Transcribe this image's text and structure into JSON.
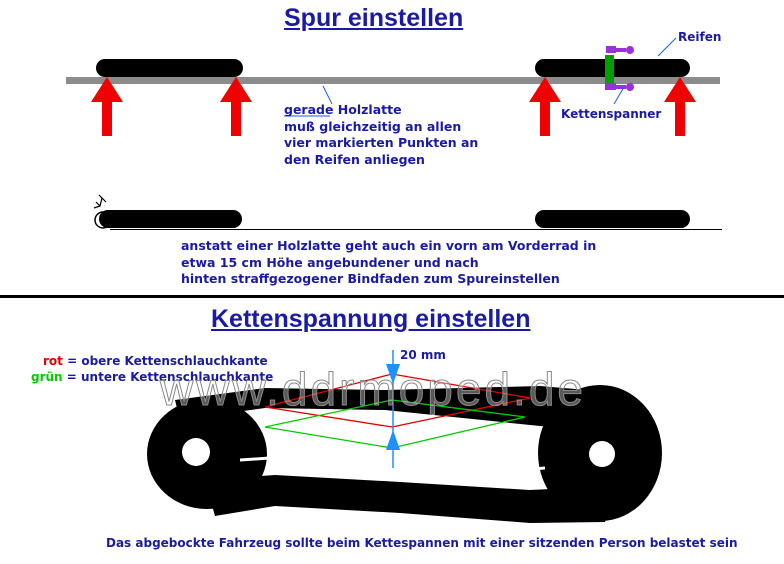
{
  "section1": {
    "title": "Spur einstellen",
    "label_tyre": "Reifen",
    "label_tensioner": "Kettenspanner",
    "label_straight": "gerade Holzlatte",
    "desc_lines": [
      "muß gleichzeitig an allen",
      "vier markierten Punkten an",
      "den Reifen anliegen"
    ],
    "alt_lines": [
      "anstatt einer Holzlatte geht auch ein vorn am Vorderrad in",
      "etwa 15 cm Höhe angebundener und nach",
      "hinten straffgezogener Bindfaden zum Spureinstellen"
    ]
  },
  "section2": {
    "title": "Kettenspannung einstellen",
    "legend": [
      {
        "word": "rot",
        "rest": "= obere Kettenschlauchkante",
        "color": "#e60000"
      },
      {
        "word": "grün",
        "rest": "= untere Kettenschlauchkante",
        "color": "#00cc00"
      }
    ],
    "measure": "20 mm",
    "footer": "Das abgebockte Fahrzeug sollte beim Kettespannen mit einer sitzenden Person belastet sein"
  },
  "watermark": "www.ddrmoped.de",
  "colors": {
    "title_blue": "#1a1aa6",
    "arrow_red": "#f00000",
    "bar_gray": "#8c8c8c",
    "tensioner_green": "#00a000",
    "tensioner_purple": "#9a30d8",
    "measure_blue": "#1e90ff"
  }
}
